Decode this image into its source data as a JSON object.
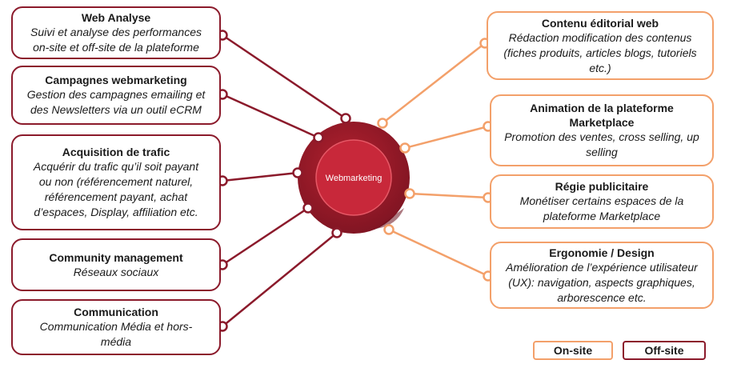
{
  "center": {
    "label": "Webmarketing"
  },
  "off_site": [
    {
      "title": "Web Analyse",
      "lines": [
        "Suivi et analyse des performances",
        "on-site et off-site de la plateforme"
      ]
    },
    {
      "title": "Campagnes webmarketing",
      "lines": [
        "Gestion des campagnes emailing et",
        "des Newsletters via un outil eCRM"
      ]
    },
    {
      "title": "Acquisition de trafic",
      "lines": [
        "Acquérir du trafic qu’il soit payant",
        "ou non (référencement naturel,",
        "référencement payant, achat",
        "d’espaces, Display, affiliation etc."
      ]
    },
    {
      "title": "Community management",
      "lines": [
        "Réseaux sociaux"
      ]
    },
    {
      "title": "Communication",
      "lines": [
        "Communication Média et hors-",
        "média"
      ]
    }
  ],
  "on_site": [
    {
      "title": "Contenu éditorial web",
      "lines": [
        "Rédaction modification des contenus",
        "(fiches produits, articles blogs, tutoriels",
        "etc.)"
      ]
    },
    {
      "title": "Animation de la plateforme Marketplace",
      "lines": [
        "Promotion des ventes, cross selling, up",
        "selling"
      ]
    },
    {
      "title": "Régie publicitaire",
      "lines": [
        "Monétiser certains espaces de la",
        "plateforme Marketplace"
      ]
    },
    {
      "title": "Ergonomie / Design",
      "lines": [
        "Amélioration de l’expérience utilisateur",
        "(UX): navigation, aspects graphiques,",
        "arborescence etc."
      ]
    }
  ],
  "legend": {
    "on_site": "On-site",
    "off_site": "Off-site"
  },
  "colors": {
    "off_site": "#8b1a2b",
    "on_site": "#f3a06a",
    "hub_outer": "#9e1b2c",
    "hub_inner": "#c7293a",
    "dot_fill": "#ffffff"
  }
}
